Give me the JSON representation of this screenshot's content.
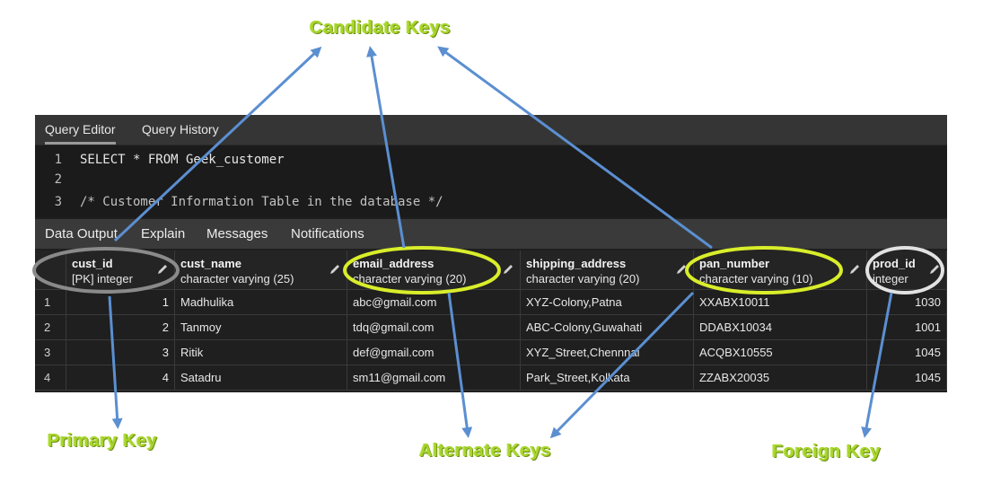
{
  "top_tabs": [
    {
      "label": "Query Editor"
    },
    {
      "label": "Query History"
    }
  ],
  "editor": {
    "lines": [
      {
        "num": "1",
        "text": "SELECT * FROM Geek_customer"
      },
      {
        "num": "2",
        "text": ""
      },
      {
        "num": "3",
        "text": "/* Customer Information Table in the database */"
      }
    ]
  },
  "bottom_tabs": [
    {
      "label": "Data Output"
    },
    {
      "label": "Explain"
    },
    {
      "label": "Messages"
    },
    {
      "label": "Notifications"
    }
  ],
  "columns": [
    {
      "name": "cust_id",
      "type": "[PK] integer"
    },
    {
      "name": "cust_name",
      "type": "character varying (25)"
    },
    {
      "name": "email_address",
      "type": "character varying (20)"
    },
    {
      "name": "shipping_address",
      "type": "character varying (20)"
    },
    {
      "name": "pan_number",
      "type": "character varying (10)"
    },
    {
      "name": "prod_id",
      "type": "integer"
    }
  ],
  "rows": [
    {
      "n": "1",
      "cells": [
        "1",
        "Madhulika",
        "abc@gmail.com",
        "XYZ-Colony,Patna",
        "XXABX10011",
        "1030"
      ]
    },
    {
      "n": "2",
      "cells": [
        "2",
        "Tanmoy",
        "tdq@gmail.com",
        "ABC-Colony,Guwahati",
        "DDABX10034",
        "1001"
      ]
    },
    {
      "n": "3",
      "cells": [
        "3",
        "Ritik",
        "def@gmail.com",
        "XYZ_Street,Chennnai",
        "ACQBX10555",
        "1045"
      ]
    },
    {
      "n": "4",
      "cells": [
        "4",
        "Satadru",
        "sm11@gmail.com",
        "Park_Street,Kolkata",
        "ZZABX20035",
        "1045"
      ]
    }
  ],
  "annotations": {
    "candidate_keys": "Candidate Keys",
    "primary_key": "Primary Key",
    "alternate_keys": "Alternate Keys",
    "foreign_key": "Foreign Key"
  },
  "colors": {
    "label_green": "#a6d52b",
    "arrow_blue": "#5b8fd1",
    "highlight_yellow": "#d9ee2a",
    "highlight_gray": "#8a8a8a"
  }
}
